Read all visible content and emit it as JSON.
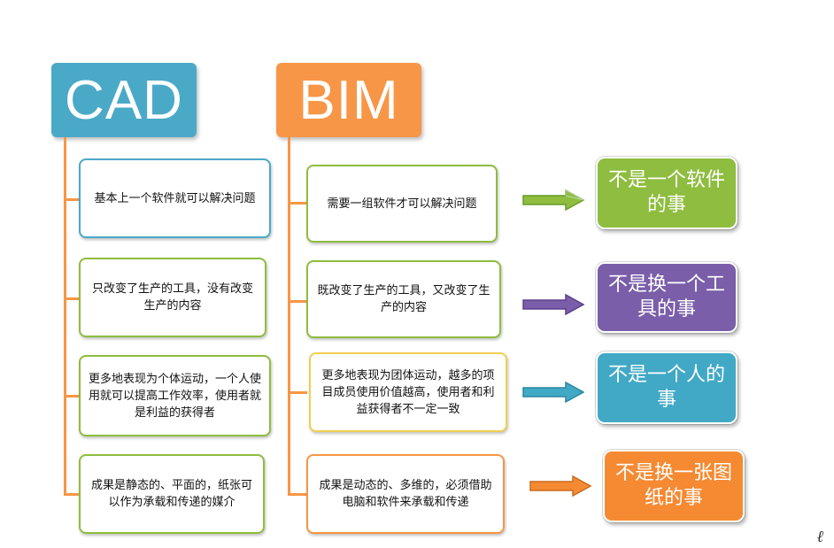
{
  "colors": {
    "cad_blue": "#4ba9c8",
    "bim_orange": "#f79646",
    "green": "#8ebd3f",
    "purple": "#7a5ea9",
    "teal": "#41a9c5",
    "orange": "#f58a32",
    "yellow": "#f2cf52"
  },
  "cad": {
    "title": "CAD",
    "items": [
      "基本上一个软件就可以解决问题",
      "只改变了生产的工具，没有改变生产的内容",
      "更多地表现为个体运动，一个人使用就可以提高工作效率，使用者就是利益的获得者",
      "成果是静态的、平面的，纸张可以作为承载和传递的媒介"
    ]
  },
  "bim": {
    "title": "BIM",
    "items": [
      "需要一组软件才可以解决问题",
      "既改变了生产的工具，又改变了生产的内容",
      "更多地表现为团体运动，越多的项目成员使用价值越高，使用者和利益获得者不一定一致",
      "成果是动态的、多维的，必须借助电脑和软件来承载和传递"
    ]
  },
  "results": [
    "不是一个软件的事",
    "不是换一个工具的事",
    "不是一个人的事",
    "不是换一张图纸的事"
  ],
  "corner_mark": "ℓ"
}
